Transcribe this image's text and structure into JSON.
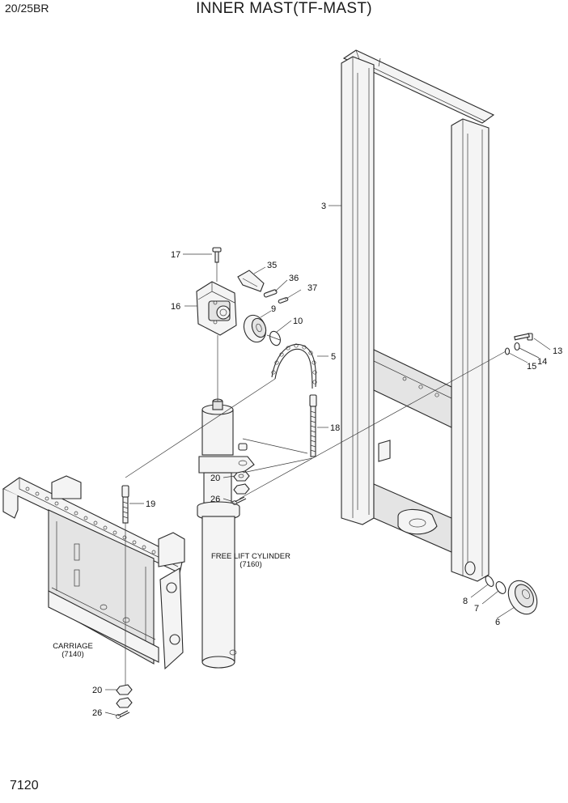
{
  "header": {
    "model": "20/25BR",
    "title": "INNER MAST(TF-MAST)"
  },
  "footer": {
    "page_number": "7120"
  },
  "callouts": {
    "c3": "3",
    "c17": "17",
    "c35": "35",
    "c36": "36",
    "c37": "37",
    "c16": "16",
    "c9": "9",
    "c10": "10",
    "c5": "5",
    "c13": "13",
    "c14": "14",
    "c15": "15",
    "c18": "18",
    "c20a": "20",
    "c26a": "26",
    "c19": "19",
    "c8": "8",
    "c7": "7",
    "c6": "6",
    "c20b": "20",
    "c26b": "26"
  },
  "references": {
    "cylinder_name": "FREE LIFT CYLINDER",
    "cylinder_code": "(7160)",
    "carriage_name": "CARRIAGE",
    "carriage_code": "(7140)"
  }
}
